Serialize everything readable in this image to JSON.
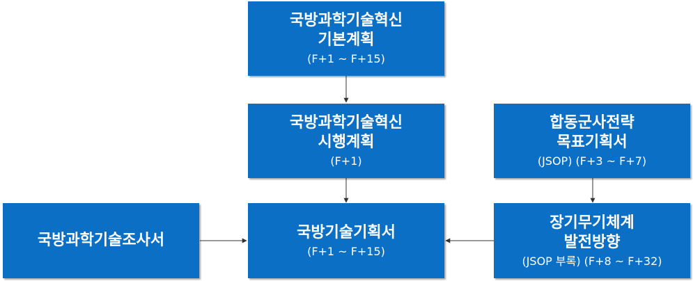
{
  "diagram": {
    "nodes": {
      "basic_plan": {
        "title1": "국방과학기술혁신",
        "title2": "기본계획",
        "sub": "(F+1 ~ F+15)"
      },
      "implementation_plan": {
        "title1": "국방과학기술혁신",
        "title2": "시행계획",
        "sub": "(F+1)"
      },
      "jsop": {
        "title1": "합동군사전략",
        "title2": "목표기획서",
        "sub": "(JSOP) (F+3 ~ F+7)"
      },
      "survey": {
        "title1": "국방과학기술조사서"
      },
      "tech_plan": {
        "title1": "국방기술기획서",
        "sub": "(F+1 ~ F+15)"
      },
      "long_term": {
        "title1": "장기무기체계",
        "title2": "발전방향",
        "sub": "(JSOP 부록) (F+8 ~ F+32)"
      }
    },
    "colors": {
      "box_fill": "#0b6fc6",
      "box_text": "#ffffff",
      "arrow": "#333333"
    }
  }
}
